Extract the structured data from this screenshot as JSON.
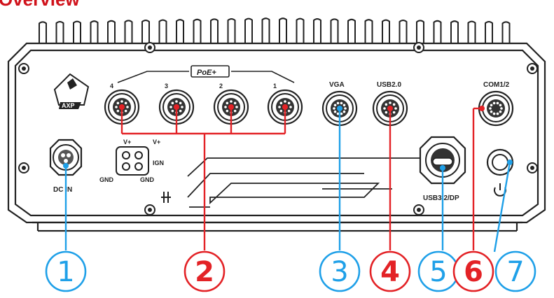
{
  "page": {
    "title": "Overview"
  },
  "labels": {
    "poe": "PoE+",
    "vga": "VGA",
    "usb20": "USB2.0",
    "com": "COM1/2",
    "dcin": "DC IN",
    "usb32dp": "USB3.2/DP",
    "vplus": "V+",
    "ign": "IGN",
    "gnd": "GND",
    "brand": "AXP",
    "port4": "4",
    "port3": "3",
    "port2": "2",
    "port1": "1"
  },
  "callouts": [
    {
      "num": "1",
      "color": "#1fa0e8"
    },
    {
      "num": "2",
      "color": "#e32226"
    },
    {
      "num": "3",
      "color": "#1fa0e8"
    },
    {
      "num": "4",
      "color": "#e32226"
    },
    {
      "num": "5",
      "color": "#1fa0e8"
    },
    {
      "num": "6",
      "color": "#e32226"
    },
    {
      "num": "7",
      "color": "#1fa0e8"
    }
  ],
  "colors": {
    "red": "#e32226",
    "blue": "#1fa0e8",
    "line": "#222222"
  },
  "icons": {
    "power": "power-icon",
    "ground": "ground-icon",
    "logo": "brand-logo"
  }
}
